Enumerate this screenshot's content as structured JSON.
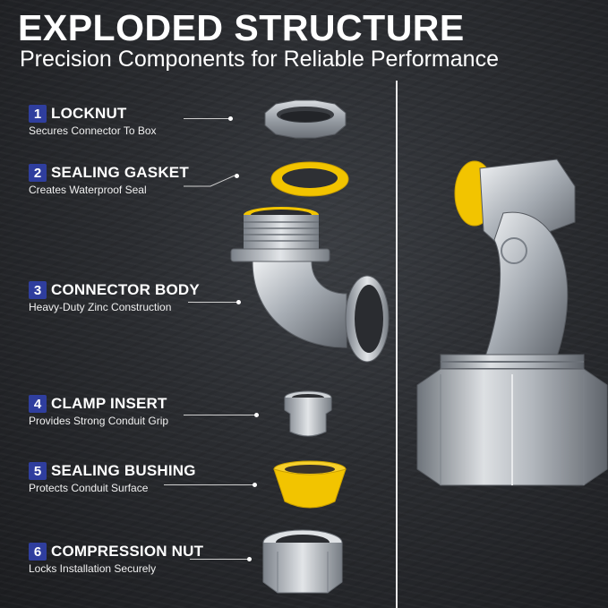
{
  "header": {
    "title": "EXPLODED STRUCTURE",
    "subtitle": "Precision Components for Reliable Performance"
  },
  "components": [
    {
      "number": "1",
      "name": "LOCKNUT",
      "description": "Secures Connector To Box"
    },
    {
      "number": "2",
      "name": "SEALING GASKET",
      "description": "Creates Waterproof Seal"
    },
    {
      "number": "3",
      "name": "CONNECTOR BODY",
      "description": "Heavy-Duty Zinc Construction"
    },
    {
      "number": "4",
      "name": "CLAMP INSERT",
      "description": "Provides Strong Conduit Grip"
    },
    {
      "number": "5",
      "name": "SEALING BUSHING",
      "description": "Protects Conduit Surface"
    },
    {
      "number": "6",
      "name": "COMPRESSION NUT",
      "description": "Locks Installation Securely"
    }
  ],
  "colors": {
    "badge": "#2f3e9e",
    "yellow": "#f2c400",
    "steel": "#b9bec4"
  },
  "icons": [
    "locknut-image",
    "sealing-gasket-image",
    "connector-body-image",
    "clamp-insert-image",
    "sealing-bushing-image",
    "compression-nut-image",
    "assembled-connector-image"
  ]
}
